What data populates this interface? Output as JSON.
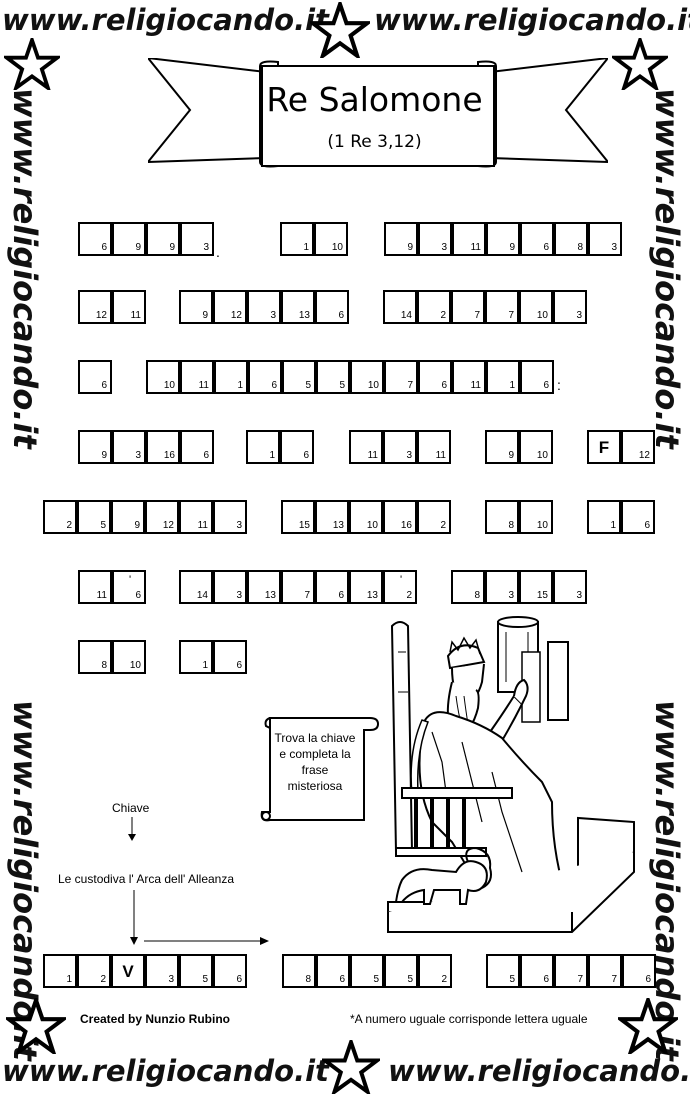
{
  "watermark": "www.religiocando.it",
  "header": {
    "title": "Re Salomone",
    "reference": "(1 Re 3,12)"
  },
  "instruction": {
    "lines": [
      "Trova la chiave",
      "e completa la",
      "frase",
      "misteriosa"
    ]
  },
  "labels": {
    "key": "Chiave",
    "clue": "Le custodiva l' Arca dell' Alleanza",
    "credit": "Created by Nunzio Rubino",
    "rule": "*A numero uguale corrisponde lettera uguale"
  },
  "puzzle": {
    "rows": [
      [
        [
          "6",
          "9",
          "9",
          "3"
        ],
        [
          "1",
          "10"
        ],
        [
          "9",
          "3",
          "11",
          "9",
          "6",
          "8",
          "3"
        ]
      ],
      [
        [
          "12",
          "11"
        ],
        [
          "9",
          "12",
          "3",
          "13",
          "6"
        ],
        [
          "14",
          "2",
          "7",
          "7",
          "10",
          "3"
        ]
      ],
      [
        [
          "6"
        ],
        [
          "10",
          "11",
          "1",
          "6",
          "5",
          "5",
          "10",
          "7",
          "6",
          "11",
          "1",
          "6"
        ]
      ],
      [
        [
          "9",
          "3",
          "16",
          "6"
        ],
        [
          "1",
          "6"
        ],
        [
          "11",
          "3",
          "11"
        ],
        [
          "9",
          "10"
        ],
        [
          "F",
          "12"
        ]
      ],
      [
        [
          "2",
          "5",
          "9",
          "12",
          "11",
          "3"
        ],
        [
          "15",
          "13",
          "10",
          "16",
          "2"
        ],
        [
          "8",
          "10"
        ],
        [
          "1",
          "6"
        ]
      ],
      [
        [
          "11",
          "6"
        ],
        [
          "14",
          "3",
          "13",
          "7",
          "6",
          "13",
          "2"
        ],
        [
          "8",
          "3",
          "15",
          "3"
        ]
      ],
      [
        [
          "8",
          "10"
        ],
        [
          "1",
          "6"
        ]
      ]
    ],
    "punctuation": [
      ".",
      ":"
    ],
    "given_letters": [
      "F",
      "V"
    ],
    "key_row": [
      [
        "1",
        "2",
        "V",
        "3",
        "5",
        "6"
      ],
      [
        "8",
        "6",
        "5",
        "5",
        "2"
      ],
      [
        "5",
        "6",
        "7",
        "7",
        "6"
      ]
    ]
  }
}
